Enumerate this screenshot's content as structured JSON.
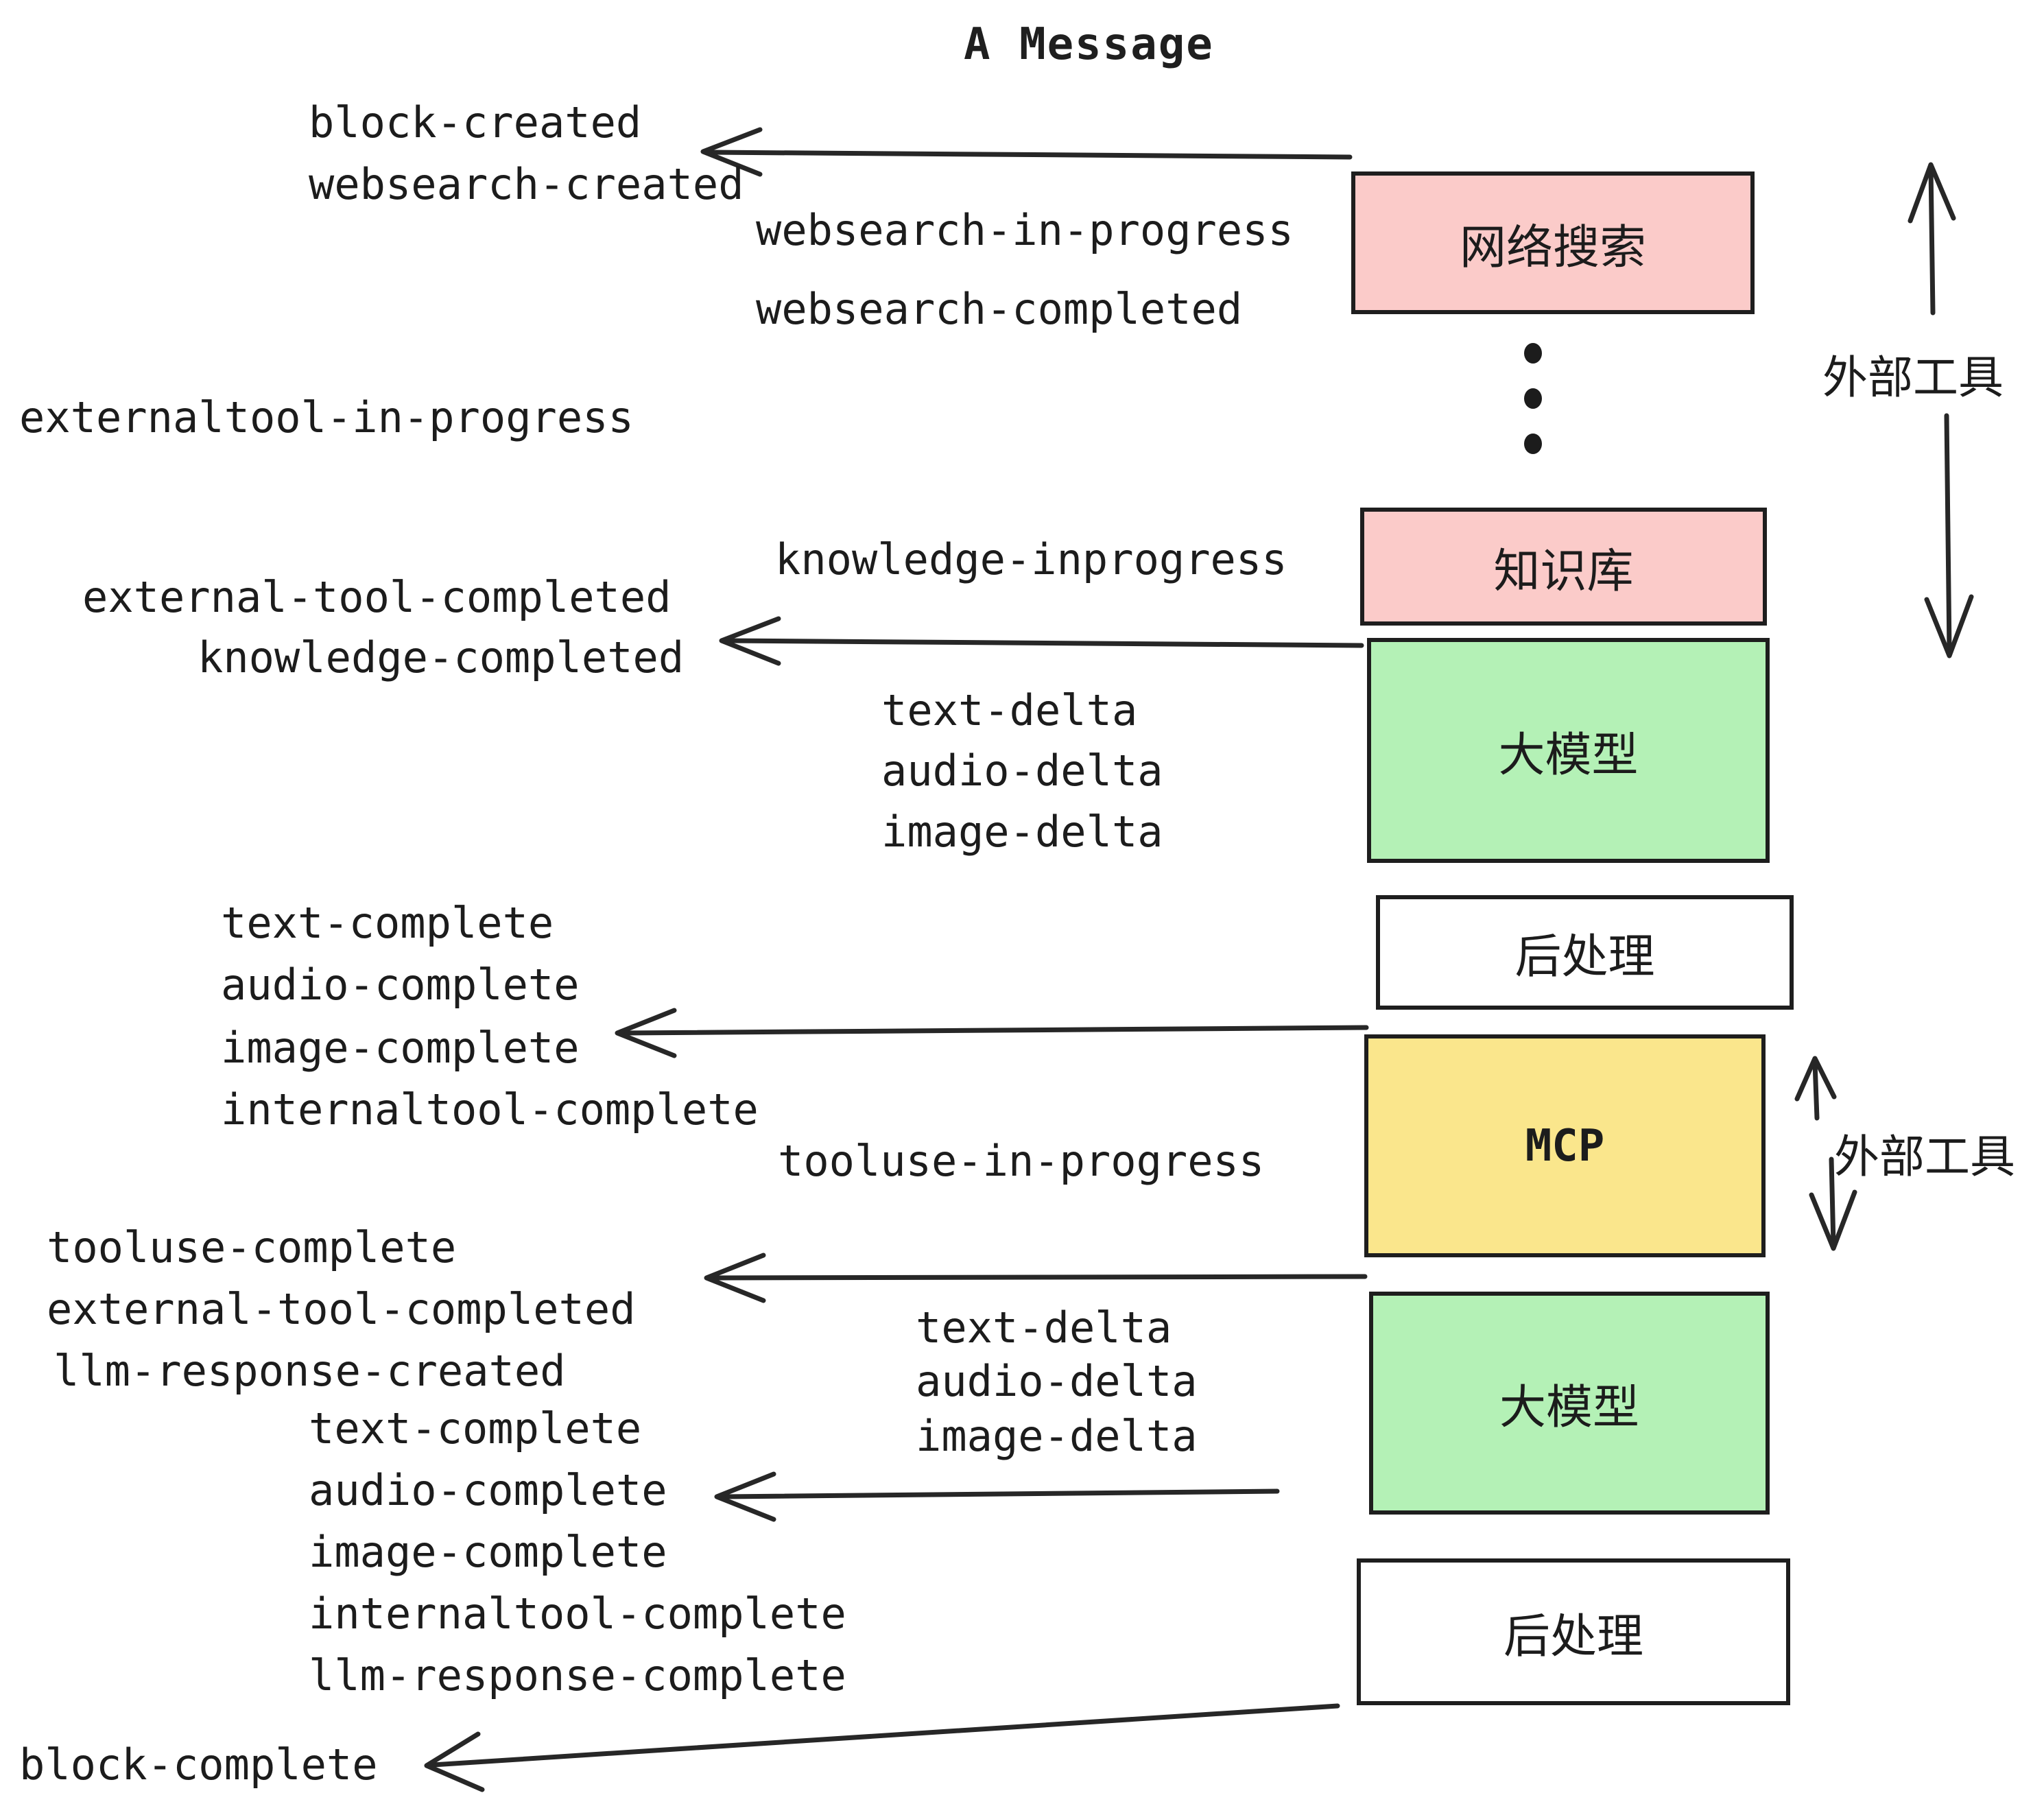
{
  "title": "A Message",
  "colors": {
    "pink": "#fbcbc9",
    "green": "#b4f1b6",
    "yellow": "#fae68c",
    "white": "#ffffff",
    "ink": "#1c1c1c"
  },
  "boxes": [
    {
      "id": "websearch",
      "label": "网络搜索",
      "color": "pink"
    },
    {
      "id": "knowledge",
      "label": "知识库",
      "color": "pink"
    },
    {
      "id": "llm-1",
      "label": "大模型",
      "color": "green"
    },
    {
      "id": "post-1",
      "label": "后处理",
      "color": "white"
    },
    {
      "id": "mcp",
      "label": "MCP",
      "color": "yellow"
    },
    {
      "id": "llm-2",
      "label": "大模型",
      "color": "green"
    },
    {
      "id": "post-2",
      "label": "后处理",
      "color": "white"
    }
  ],
  "side_labels": [
    {
      "text": "外部工具"
    },
    {
      "text": "外部工具"
    }
  ],
  "events": [
    {
      "text": "block-created"
    },
    {
      "text": "websearch-created"
    },
    {
      "text": "websearch-in-progress"
    },
    {
      "text": "websearch-completed"
    },
    {
      "text": "externaltool-in-progress"
    },
    {
      "text": "knowledge-inprogress"
    },
    {
      "text": "external-tool-completed"
    },
    {
      "text": "knowledge-completed"
    },
    {
      "text": "text-delta"
    },
    {
      "text": "audio-delta"
    },
    {
      "text": "image-delta"
    },
    {
      "text": "text-complete"
    },
    {
      "text": "audio-complete"
    },
    {
      "text": "image-complete"
    },
    {
      "text": "internaltool-complete"
    },
    {
      "text": "tooluse-in-progress"
    },
    {
      "text": "tooluse-complete"
    },
    {
      "text": "external-tool-completed"
    },
    {
      "text": "llm-response-created"
    },
    {
      "text": "text-complete"
    },
    {
      "text": "audio-complete"
    },
    {
      "text": "image-complete"
    },
    {
      "text": "internaltool-complete"
    },
    {
      "text": "llm-response-complete"
    },
    {
      "text": "block-complete"
    }
  ]
}
